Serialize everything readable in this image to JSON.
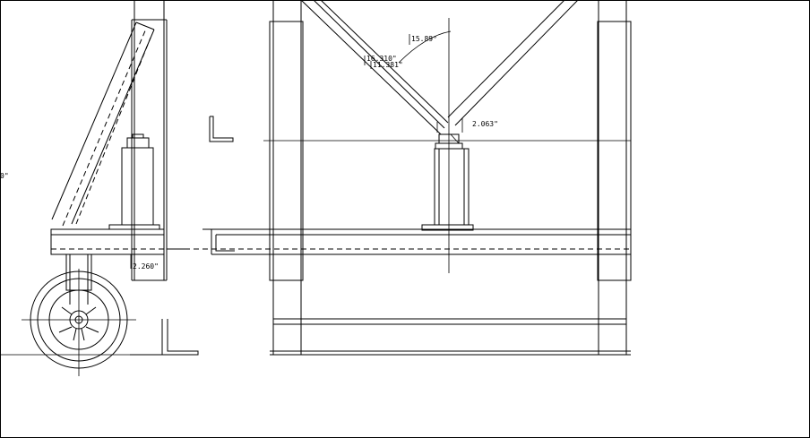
{
  "drawing": {
    "dimensions": {
      "angle_top": "15.89°",
      "length_outer": "16.310\"",
      "length_inner": "11.381\"",
      "offset_right": "2.063\"",
      "height_left": "2.260\"",
      "edge_fragment": "0\""
    }
  }
}
